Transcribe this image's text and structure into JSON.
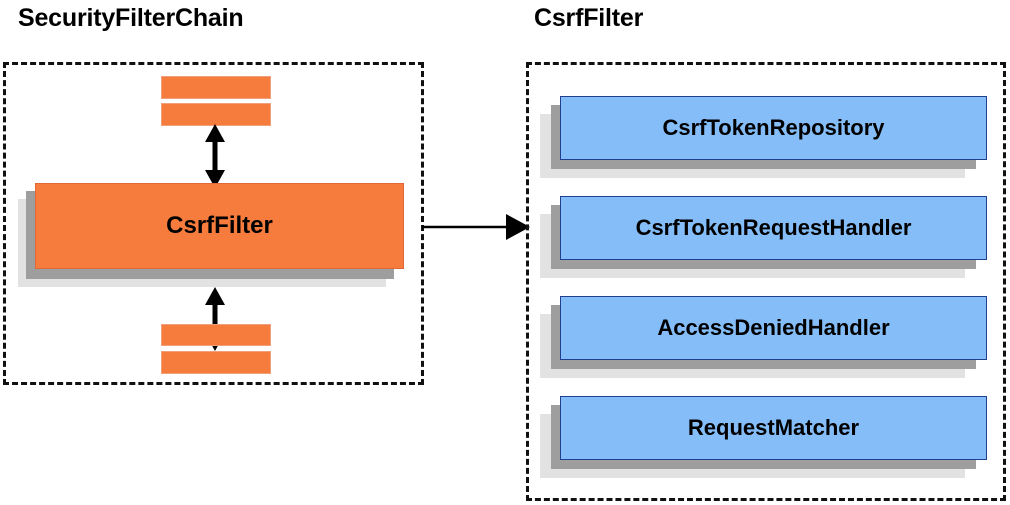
{
  "diagram": {
    "type": "component-relationship",
    "panels": [
      {
        "id": "security-filter-chain",
        "title": "SecurityFilterChain",
        "accent_color": "#f57c3c",
        "bars_above": 2,
        "bars_below": 2,
        "main_box": {
          "label": "CsrfFilter"
        }
      },
      {
        "id": "csrf-filter",
        "title": "CsrfFilter",
        "accent_color": "#84bdf7",
        "items": [
          {
            "label": "CsrfTokenRepository"
          },
          {
            "label": "CsrfTokenRequestHandler"
          },
          {
            "label": "AccessDeniedHandler"
          },
          {
            "label": "RequestMatcher"
          }
        ]
      }
    ],
    "connectors": [
      {
        "id": "chain-to-filter",
        "kind": "arrow-right",
        "from": "security-filter-chain",
        "to": "csrf-filter"
      },
      {
        "id": "upstream-link",
        "kind": "double-arrow-vertical"
      },
      {
        "id": "downstream-link",
        "kind": "double-arrow-vertical"
      }
    ],
    "colors": {
      "orange": "#f57c3c",
      "orange_border": "#e2673a",
      "blue": "#84bdf7",
      "blue_border": "#1f3f8f",
      "shadow_mid": "#9e9e9e",
      "shadow_back": "#e2e2e2",
      "outline": "#111111",
      "text": "#000000"
    }
  }
}
